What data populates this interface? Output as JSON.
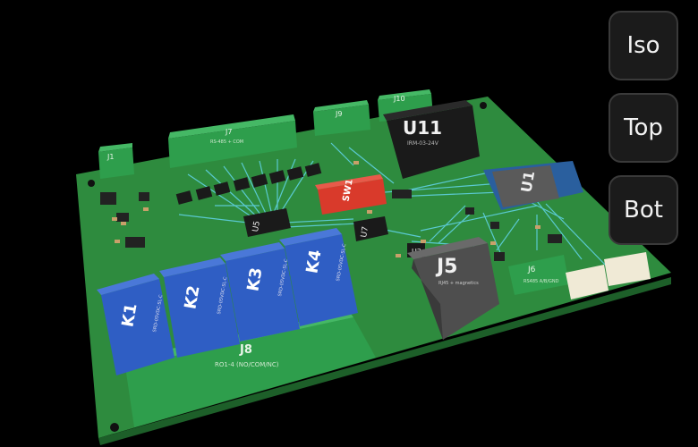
{
  "view_buttons": {
    "iso": "Iso",
    "top": "Top",
    "bot": "Bot"
  },
  "colors": {
    "background": "#000000",
    "pcb": "#2e8b3e",
    "pcb_edge": "#1d5f29",
    "relay": "#2f5ec4",
    "connector": "#2e9e4c",
    "trace": "#5fd0e0",
    "ic": "#1a1a1a",
    "switch": "#d93a2b",
    "rj45": "#5a5a5a"
  },
  "components": {
    "relays": [
      "K1",
      "K2",
      "K3",
      "K4"
    ],
    "relay_part": "SRD-05VDC-SL-C",
    "connectors": {
      "j1": "J1",
      "j7": "J7",
      "j7_sub": "RS-485 + COM",
      "j9": "J9",
      "j10": "J10",
      "j8": "J8",
      "j8_sub": "RO1-4 (NO/COM/NC)",
      "j6": "J6",
      "j6_sub": "RS485 A/B/GND",
      "j5": "J5",
      "j5_sub": "RJ45 + magnetics"
    },
    "u11": "U11",
    "u11_sub": "IRM-03-24V",
    "u1": "U1",
    "u2": "U2",
    "u5": "U5",
    "u7": "U7",
    "sw1": "SW1"
  }
}
